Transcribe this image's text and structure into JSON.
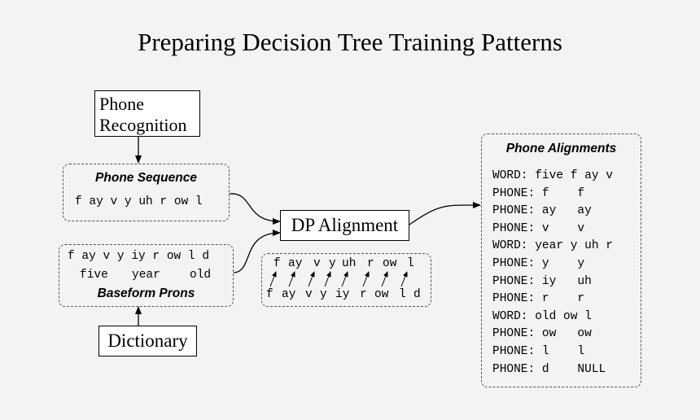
{
  "title": "Preparing Decision Tree Training Patterns",
  "phone_recognition": {
    "line1": "Phone",
    "line2": "Recognition"
  },
  "phone_sequence": {
    "header": "Phone Sequence",
    "text": "f ay v y uh r ow l"
  },
  "baseform": {
    "phones": "f ay v y iy r ow l d",
    "words": [
      "five",
      "year",
      "old"
    ],
    "header": "Baseform Prons"
  },
  "dictionary": {
    "label": "Dictionary"
  },
  "dp_alignment": {
    "label": "DP Alignment"
  },
  "alignment_example": {
    "top": [
      "f",
      "ay",
      "v",
      "y",
      "uh",
      "r",
      "ow",
      "l"
    ],
    "bottom": [
      "f",
      "ay",
      "v",
      "y",
      "iy",
      "r",
      "ow",
      "l",
      "d"
    ]
  },
  "phone_alignments": {
    "header": "Phone Alignments",
    "lines": [
      "WORD: five f ay v",
      "PHONE: f    f",
      "PHONE: ay   ay",
      "PHONE: v    v",
      "WORD: year y uh r",
      "PHONE: y    y",
      "PHONE: iy   uh",
      "PHONE: r    r",
      "WORD: old ow l",
      "PHONE: ow   ow",
      "PHONE: l    l",
      "PHONE: d    NULL"
    ]
  }
}
